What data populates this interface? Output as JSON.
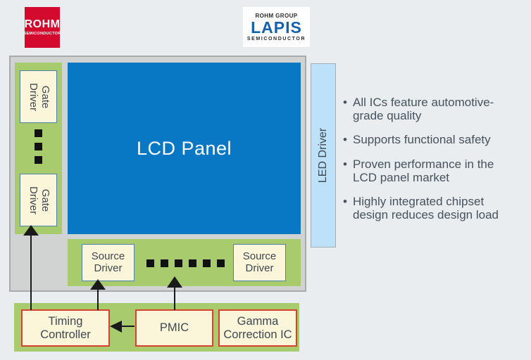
{
  "logos": {
    "rohm": {
      "title": "ROHM",
      "subtitle": "SEMICONDUCTOR",
      "brand_red": "#d30a2e"
    },
    "lapis": {
      "group": "ROHM GROUP",
      "title": "LAPIS",
      "subtitle": "SEMICONDUCTOR",
      "brand_blue": "#1362ae"
    }
  },
  "diagram": {
    "lcd_panel": {
      "label": "LCD Panel",
      "fill": "#0878c4"
    },
    "gate_drivers": [
      {
        "label": "Gate\nDriver"
      },
      {
        "label": "Gate\nDriver"
      }
    ],
    "source_drivers": [
      {
        "label": "Source\nDriver"
      },
      {
        "label": "Source\nDriver"
      }
    ],
    "led_driver": {
      "label": "LED Driver",
      "fill": "#bce1f8"
    },
    "timing_controller": {
      "label": "Timing\nController"
    },
    "pmic": {
      "label": "PMIC"
    },
    "gamma_correction_ic": {
      "label": "Gamma\nCorrection IC"
    },
    "colors": {
      "strip_green": "#a8cb6d",
      "chip_cream": "#fbf5d9",
      "chip_border_blue": "#4e80a8",
      "chip_border_red": "#d9402e",
      "panel_frame_gray": "#d1d3d3",
      "background": "#e9edf0",
      "arrow_black": "#1a1a1a"
    }
  },
  "bullets": [
    "All ICs feature automotive-grade quality",
    "Supports functional safety",
    "Proven performance in the LCD panel market",
    "Highly integrated chipset design reduces design load"
  ]
}
